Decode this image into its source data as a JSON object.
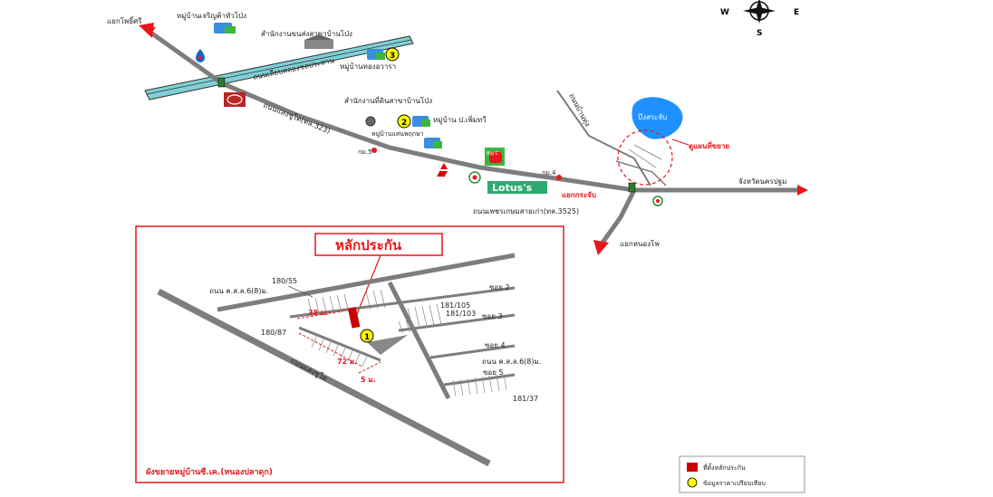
{
  "compass": {
    "west": "W",
    "east": "E",
    "south": "S"
  },
  "colors": {
    "road": "#7d7d7d",
    "arrow": "#e8161b",
    "canal": "#7fd0d6",
    "frame": "#e8161b",
    "lake": "#1e90ff",
    "marker_red": "#cc0000",
    "marker_yellow": "#ffff00"
  },
  "labels": {
    "phrae_junction": "แยกโพธิ์ศรี",
    "village_top": "หมู่บ้านเจริญค้าหัวโป่ง",
    "transport_office": "สำนักงานขนส่งสาขาบ้านโป่ง",
    "canal_road": "ถนนเลียบคลองชลประทาน",
    "village_3": "หมู่บ้านทองอวารา",
    "main_road": "ถนนแสงชูโต(ทล.323)",
    "land_office": "สำนักงานที่ดินสาขาบ้านโป่ง",
    "village_2": "หมู่บ้าน ป.เพิ่มทวี",
    "village_mid": "หมู่บ้านแสนพฤกษา",
    "km5": "กม.5",
    "km4": "กม.4",
    "side_road": "ถนนบ้านทุ่ง",
    "lake": "บึงสระจับ",
    "zoom": "ดูแผนที่ขยาย",
    "krajap_junction": "แยกกระจับ",
    "to_nakhonpathom": "จังหวัดนครปฐม",
    "phetkasem": "ถนนเพชรเกษมสายเก่า(ทล.3525)",
    "nong_pho": "แยกหนองโพ",
    "big7": "Big C",
    "lotus": "Lotus's"
  },
  "inset": {
    "title": "หลักประกัน",
    "road_top": "ถนน ค.ส.ล.6(8)ม.",
    "road_bottom": "ถนน ค.ส.ล.6(8)ม.",
    "main_road": "ถนนแสงชูโต",
    "soi2": "ซอย 2",
    "soi3": "ซอย 3",
    "soi4": "ซอย 4",
    "soi5": "ซอย 5",
    "plot_180_55": "180/55",
    "plot_181_105": "181/105",
    "plot_181_103": "181/103",
    "plot_180_87": "180/87",
    "plot_181_37": "181/37",
    "dim_38": "38 ม.",
    "dim_72": "72 ม.",
    "dim_5": "5 ม.",
    "caption": "ผังขยายหมู่บ้านซี.เค.(หนองปลาดุก)"
  },
  "legend": {
    "collateral": "ที่ตั้งหลักประกัน",
    "comparison": "ข้อมูลราคาเปรียบเทียบ"
  },
  "markers": {
    "one": "1",
    "two": "2",
    "three": "3"
  }
}
